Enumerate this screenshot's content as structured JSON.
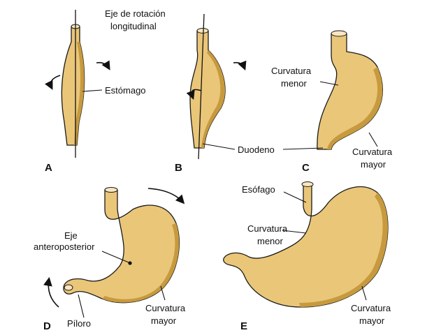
{
  "labels": {
    "axis_longitudinal_line1": "Eje de rotación",
    "axis_longitudinal_line2": "longitudinal",
    "stomach": "Estómago",
    "lesser_curvature_c_line1": "Curvatura",
    "lesser_curvature_c_line2": "menor",
    "duodenum": "Duodeno",
    "greater_curvature_c_line1": "Curvatura",
    "greater_curvature_c_line2": "mayor",
    "ap_axis_line1": "Eje",
    "ap_axis_line2": "anteroposterior",
    "pylorus": "Píloro",
    "greater_curvature_d_line1": "Curvatura",
    "greater_curvature_d_line2": "mayor",
    "esophagus": "Esófago",
    "lesser_curvature_e_line1": "Curvatura",
    "lesser_curvature_e_line2": "menor",
    "greater_curvature_e_line1": "Curvatura",
    "greater_curvature_e_line2": "mayor"
  },
  "panels": {
    "a": "A",
    "b": "B",
    "c": "C",
    "d": "D",
    "e": "E"
  },
  "colors": {
    "organ_fill": "#eac679",
    "organ_shade": "#c79a3e",
    "outline": "#1a1a1a"
  }
}
